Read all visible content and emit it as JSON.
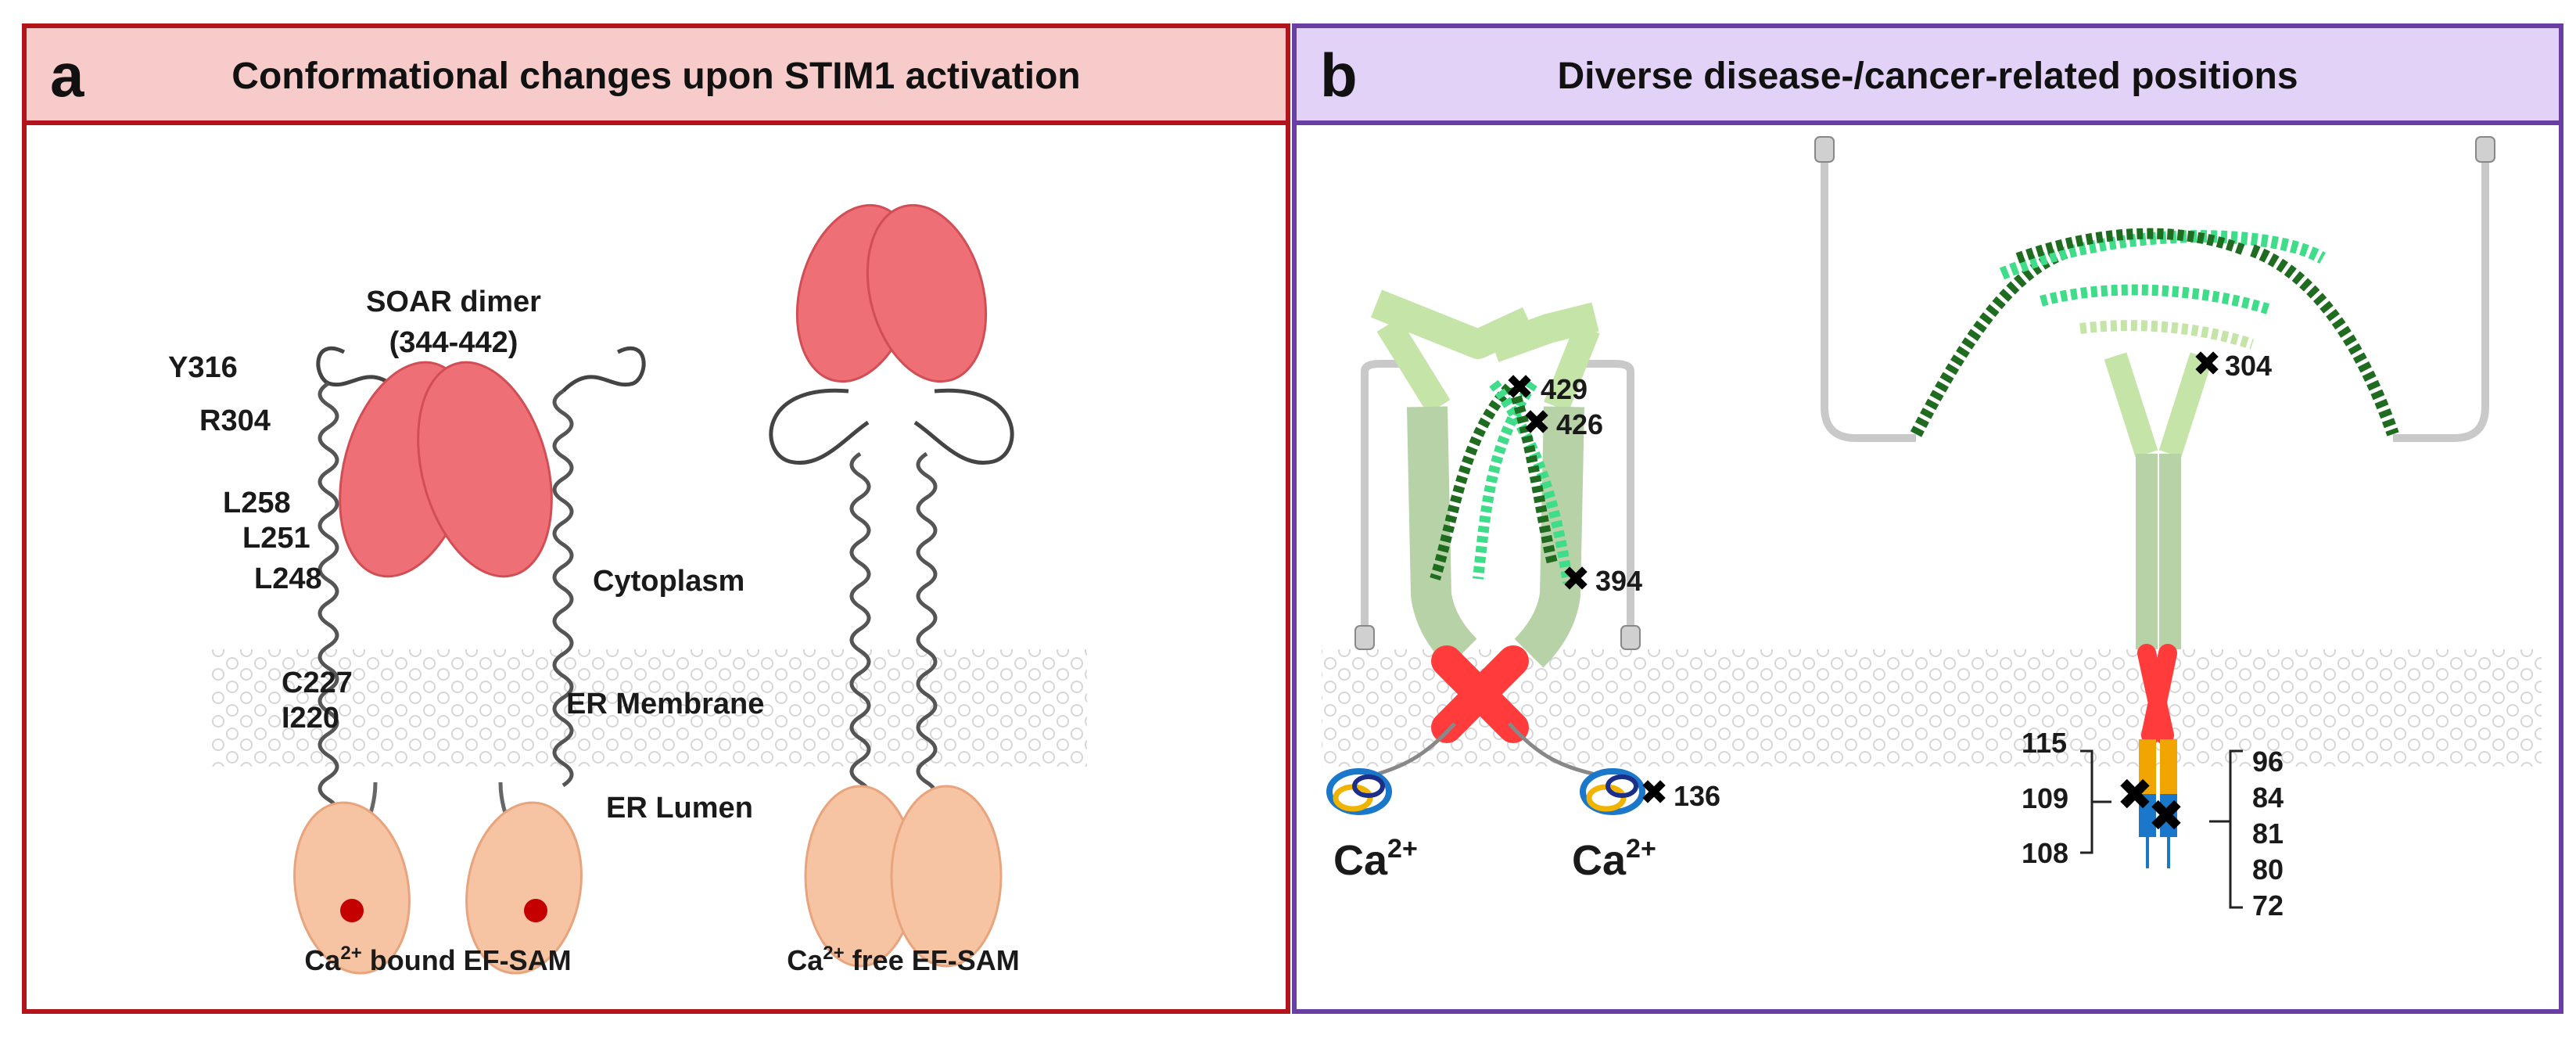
{
  "panel_a": {
    "letter": "a",
    "title": "Conformational changes upon STIM1 activation",
    "soar_label_1": "SOAR dimer",
    "soar_label_2": "(344-442)",
    "residues": [
      "Y316",
      "R304",
      "L258",
      "L251",
      "L248",
      "C227",
      "I220"
    ],
    "cytoplasm": "Cytoplasm",
    "er_membrane": "ER Membrane",
    "er_lumen": "ER Lumen",
    "bound_prefix": "Ca",
    "bound_sup": "2+",
    "bound_suffix": " bound EF-SAM",
    "free_prefix": "Ca",
    "free_sup": "2+",
    "free_suffix": " free EF-SAM"
  },
  "panel_b": {
    "letter": "b",
    "title": "Diverse disease-/cancer-related positions",
    "positions_left": [
      "429",
      "426",
      "394",
      "136"
    ],
    "position_right_top": "304",
    "ca_left": "Ca",
    "ca_right": "Ca",
    "ca_sup": "2+",
    "positions_bracket_left": [
      "115",
      "109",
      "108"
    ],
    "positions_bracket_right": [
      "96",
      "84",
      "81",
      "80",
      "72"
    ]
  },
  "colors": {
    "panel_a_border": "#b3131b",
    "panel_a_header": "#f8cbcb",
    "panel_b_border": "#6a3fa3",
    "panel_b_header": "#e2d2f7",
    "soar": "#ef6f76",
    "ef_sam": "#f6c3a3",
    "calcium": "#c40000",
    "helix_dark": "#1f6b1f",
    "helix_light": "#3fdc8a",
    "rod": "#b9dca0",
    "tm": "#ff3b3b",
    "mutation_mark": "#000000"
  }
}
